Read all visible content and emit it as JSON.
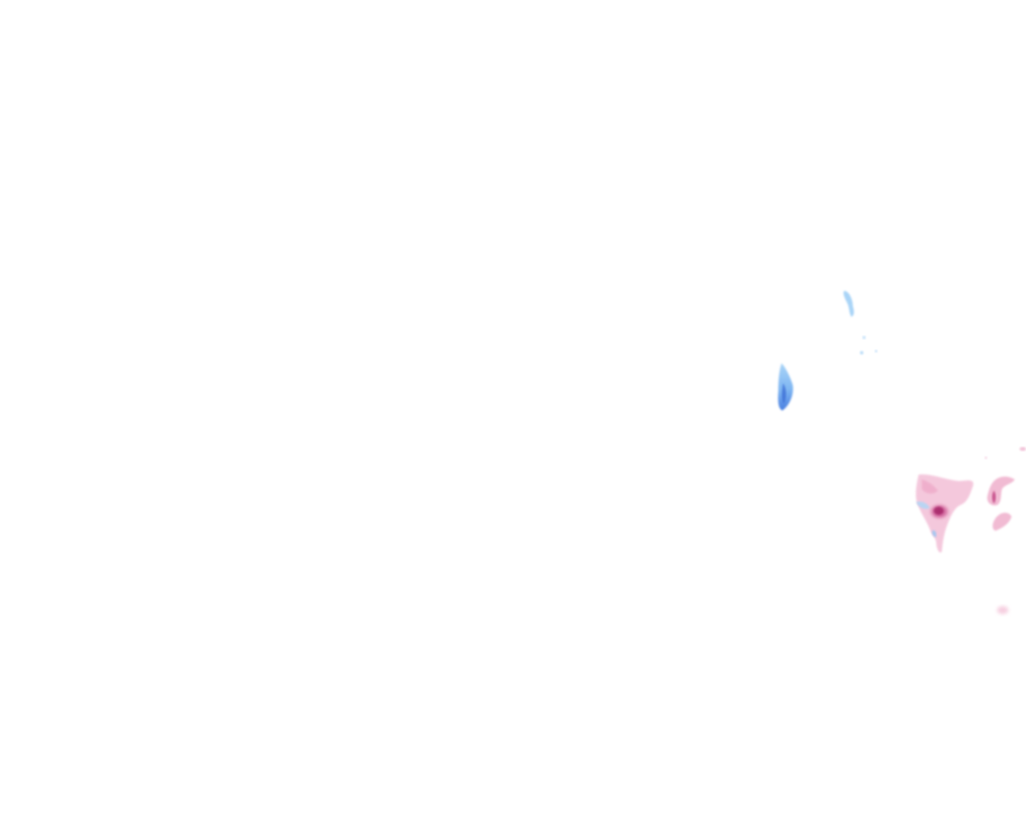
{
  "layer": {
    "type": "precipitation-radar-overlay",
    "background": "#ffffff"
  },
  "palette": {
    "rain_light": "#a9d4f7",
    "rain_medium": "#7fb6f2",
    "rain_heavy": "#4a7fe0",
    "mix_light": "#f7d2e3",
    "mix_medium": "#eaa3c4",
    "mix_heavy": "#b8387a"
  },
  "echoes": [
    {
      "kind": "rain",
      "intensity": "light"
    },
    {
      "kind": "rain",
      "intensity": "heavy"
    },
    {
      "kind": "mixed",
      "intensity": "moderate"
    },
    {
      "kind": "mixed",
      "intensity": "heavy"
    }
  ]
}
